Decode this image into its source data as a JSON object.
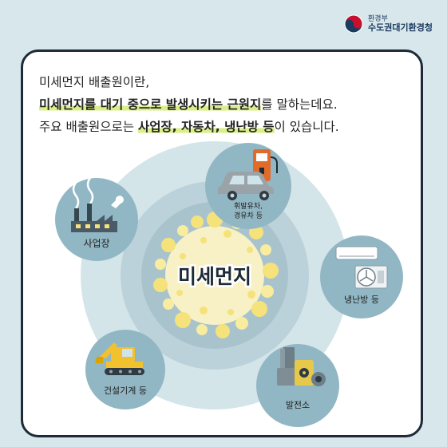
{
  "logo": {
    "ministry": "환경부",
    "agency": "수도권대기환경청"
  },
  "intro": {
    "line1": "미세먼지 배출원이란,",
    "line2_highlight_a": "미세먼지를 대기 중으로 발생시키는 근원지",
    "line2_rest": "를 말하는데요.",
    "line3_prefix": "주요 배출원으로는 ",
    "line3_highlight": "사업장, 자동차, 냉난방 등",
    "line3_suffix": "이 있습니다."
  },
  "center": {
    "label": "미세먼지"
  },
  "sources": {
    "factory": "사업장",
    "vehicle_line1": "휘발유차,",
    "vehicle_line2": "경유차 등",
    "heating": "냉난방 등",
    "construction": "건설기계 등",
    "power": "발전소"
  },
  "colors": {
    "background": "#d7e7ec",
    "card_border": "#1e2a36",
    "highlight": "#d8ef8a",
    "outer_ring": "#d4e5ea",
    "inner_ring": "#b9d0d9",
    "source_circle": "#92b7c4",
    "dust_yellow": "#f5e27a"
  },
  "icons": [
    "government-emblem-icon",
    "factory-icon",
    "car-fuel-pump-icon",
    "air-conditioner-icon",
    "excavator-icon",
    "nuclear-barrels-icon"
  ]
}
